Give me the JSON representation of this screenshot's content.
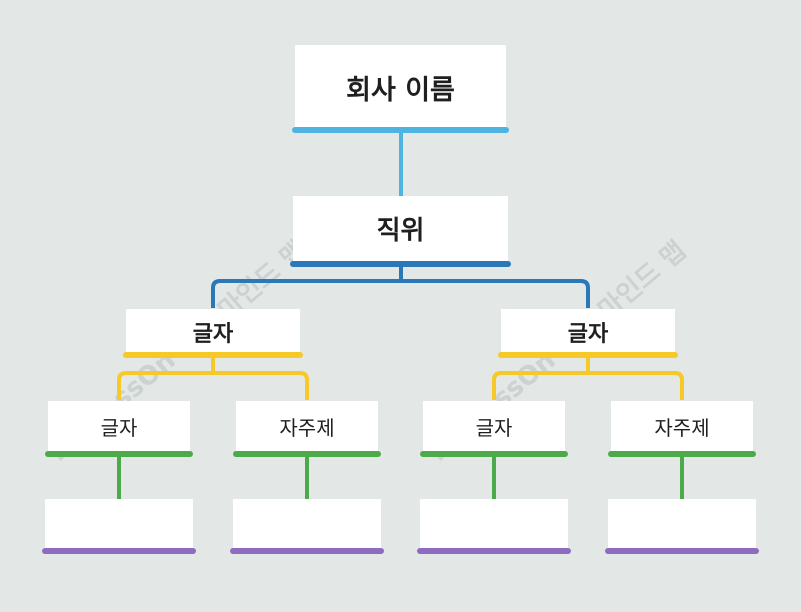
{
  "diagram": {
    "root": {
      "label": "회사 이름"
    },
    "level1": {
      "label": "직위"
    },
    "level2": [
      {
        "label": "글자"
      },
      {
        "label": "글자"
      }
    ],
    "level3": [
      {
        "label": "글자"
      },
      {
        "label": "자주제"
      },
      {
        "label": "글자"
      },
      {
        "label": "자주제"
      }
    ],
    "level4": [
      {
        "label": ""
      },
      {
        "label": ""
      },
      {
        "label": ""
      },
      {
        "label": ""
      }
    ]
  },
  "colors": {
    "background": "#e3e8e6",
    "root_bar": "#4fb3e0",
    "level1_bar": "#2a78b8",
    "level2_bar": "#f7c928",
    "level3_bar": "#4daa4a",
    "level4_bar": "#8d6cc0"
  },
  "watermark": {
    "text": "ProcessOn 무료 마인드 맵"
  }
}
